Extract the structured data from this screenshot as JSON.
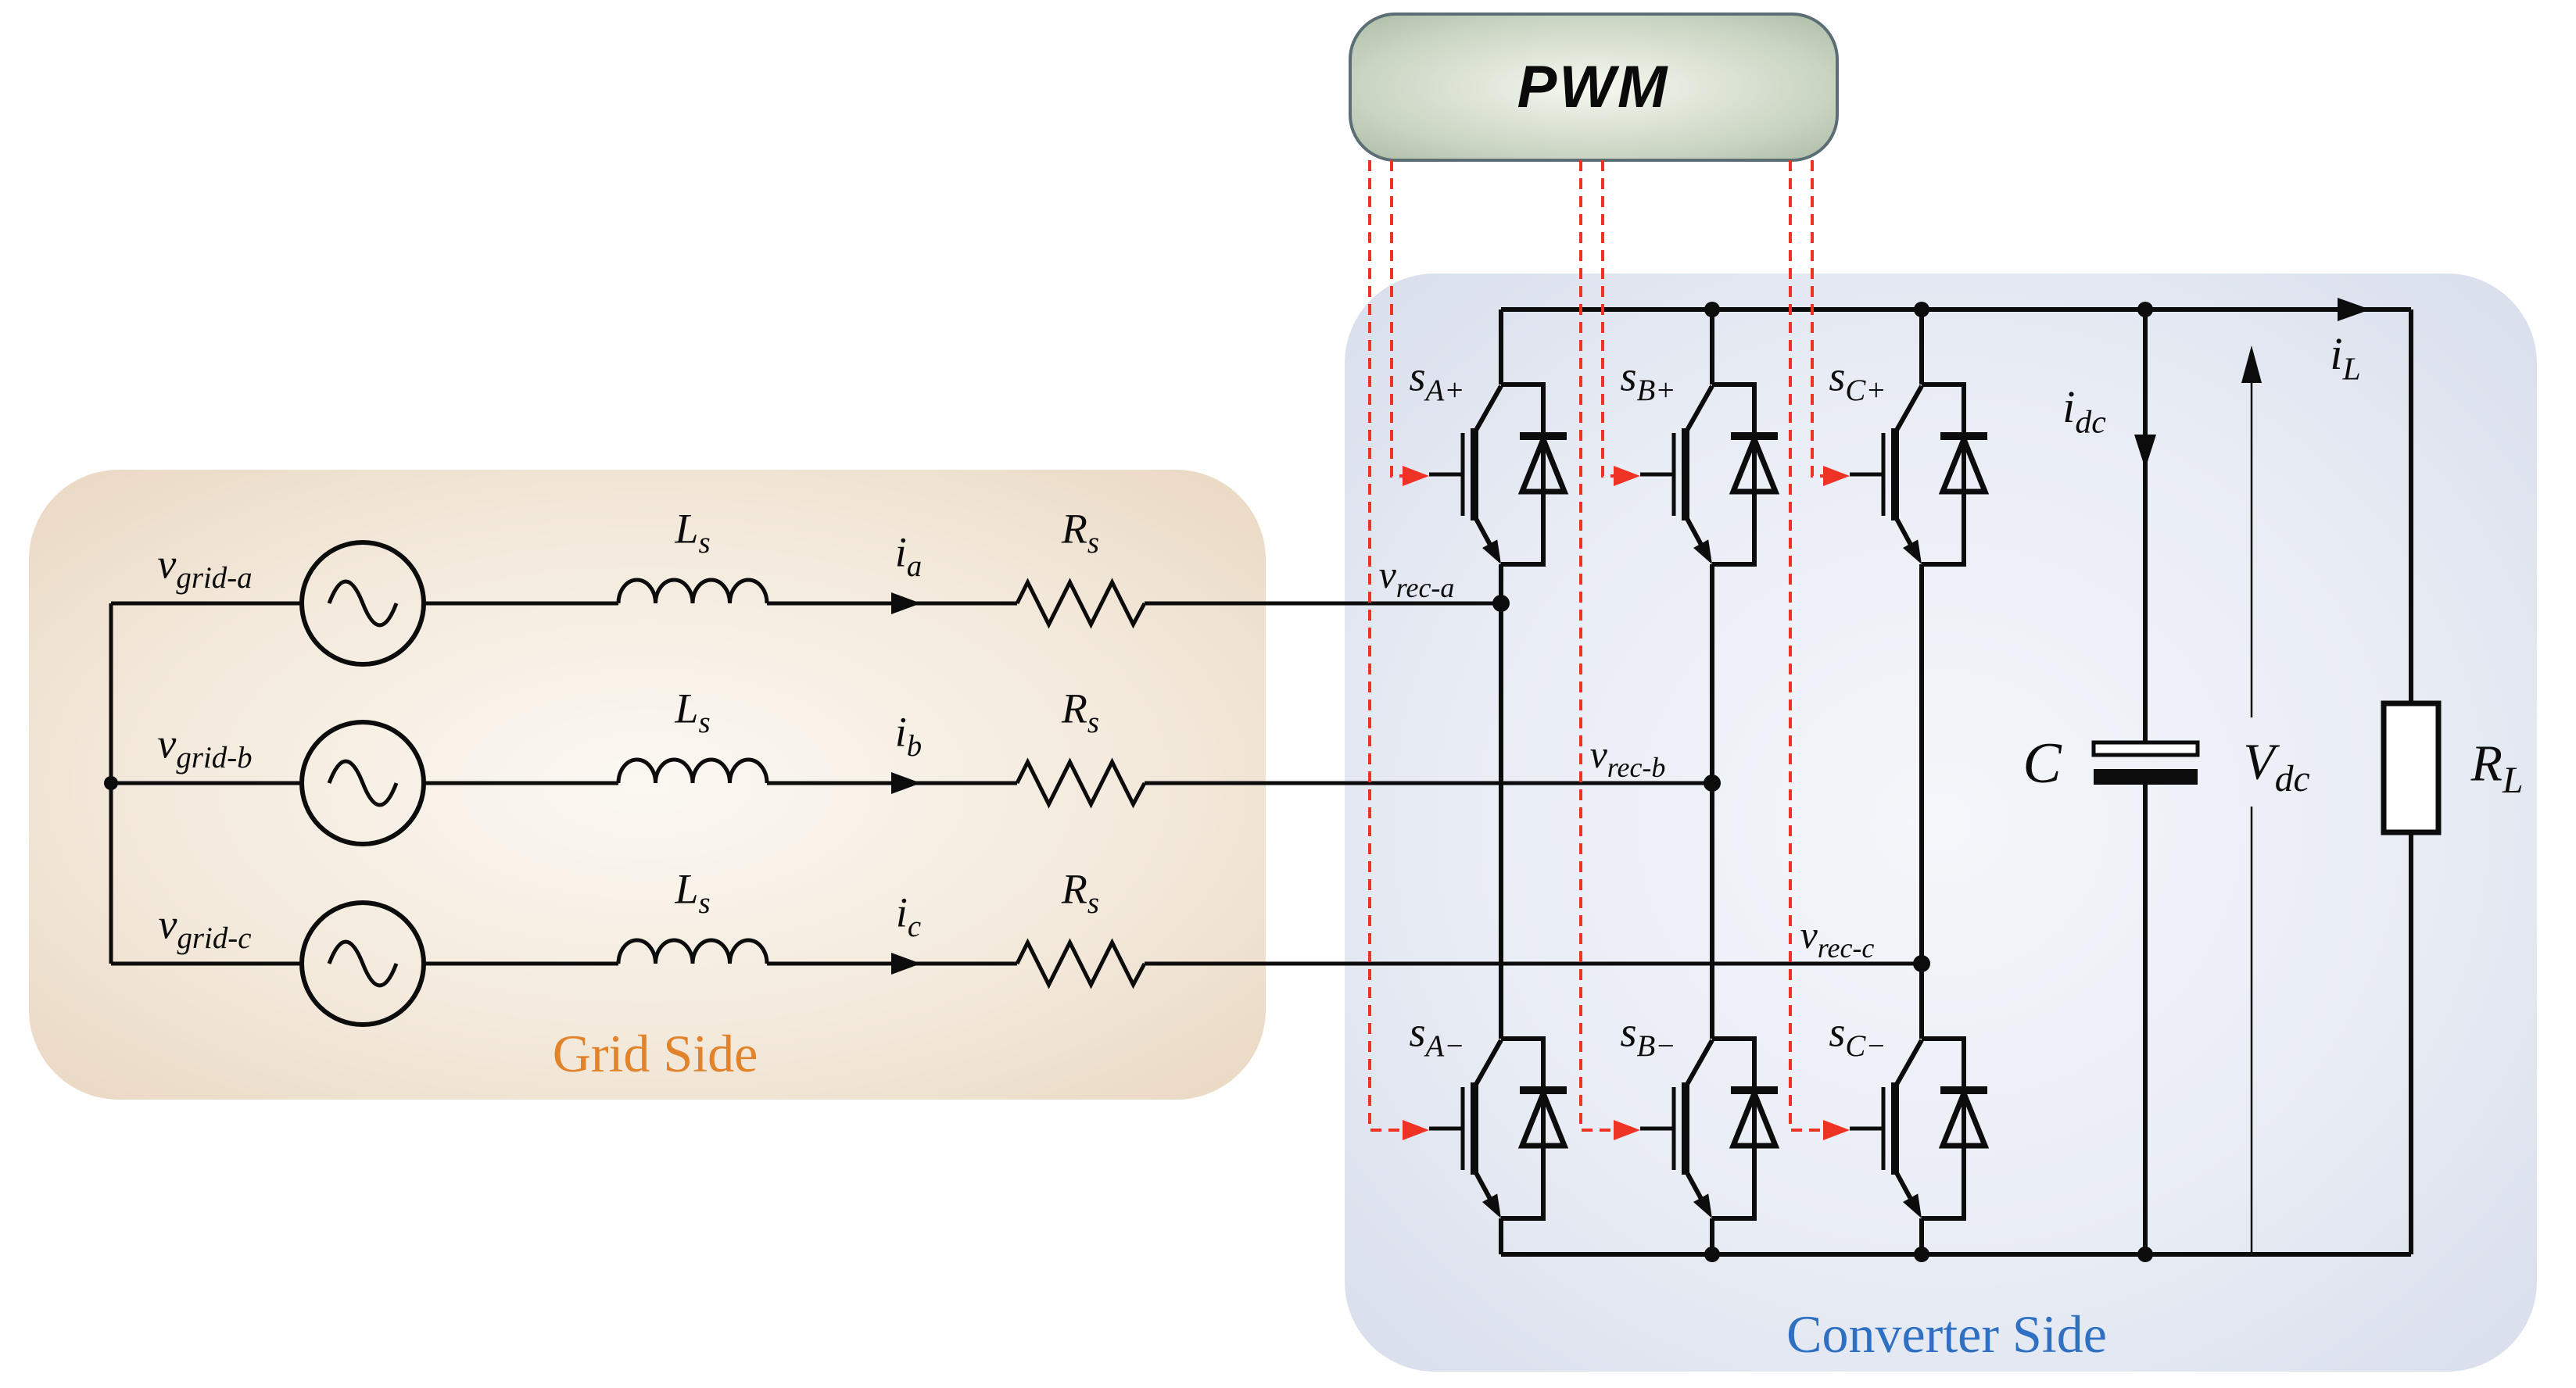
{
  "title": "Three-phase grid-connected PWM rectifier circuit diagram",
  "pwm": {
    "label": "PWM"
  },
  "panels": {
    "grid": {
      "label": "Grid Side"
    },
    "converter": {
      "label": "Converter Side"
    }
  },
  "colors": {
    "wire": "#0c0c0c",
    "control_dashed": "#ee3224",
    "grid_accent": "#e0832a",
    "converter_accent": "#2f70c2",
    "pwm_border": "#5b6e76",
    "pwm_fill": "#a3b49e",
    "grid_panel_fill": "#ecdccb",
    "converter_panel_fill": "#d9dfec"
  },
  "phases": [
    {
      "id": "a",
      "source": {
        "main": "v",
        "sub": "grid-a"
      },
      "inductor": {
        "main": "L",
        "sub": "s"
      },
      "current": {
        "main": "i",
        "sub": "a"
      },
      "resistor": {
        "main": "R",
        "sub": "s"
      },
      "rec_node": {
        "main": "v",
        "sub": "rec-a"
      },
      "switch_upper": {
        "main": "s",
        "sub": "A+"
      },
      "switch_lower": {
        "main": "s",
        "sub": "A−"
      }
    },
    {
      "id": "b",
      "source": {
        "main": "v",
        "sub": "grid-b"
      },
      "inductor": {
        "main": "L",
        "sub": "s"
      },
      "current": {
        "main": "i",
        "sub": "b"
      },
      "resistor": {
        "main": "R",
        "sub": "s"
      },
      "rec_node": {
        "main": "v",
        "sub": "rec-b"
      },
      "switch_upper": {
        "main": "s",
        "sub": "B+"
      },
      "switch_lower": {
        "main": "s",
        "sub": "B−"
      }
    },
    {
      "id": "c",
      "source": {
        "main": "v",
        "sub": "grid-c"
      },
      "inductor": {
        "main": "L",
        "sub": "s"
      },
      "current": {
        "main": "i",
        "sub": "c"
      },
      "resistor": {
        "main": "R",
        "sub": "s"
      },
      "rec_node": {
        "main": "v",
        "sub": "rec-c"
      },
      "switch_upper": {
        "main": "s",
        "sub": "C+"
      },
      "switch_lower": {
        "main": "s",
        "sub": "C−"
      }
    }
  ],
  "dc_side": {
    "dc_current": {
      "main": "i",
      "sub": "dc"
    },
    "load_current": {
      "main": "i",
      "sub": "L"
    },
    "capacitor": {
      "label": "C"
    },
    "dc_voltage": {
      "main": "V",
      "sub": "dc"
    },
    "load": {
      "main": "R",
      "sub": "L"
    }
  }
}
